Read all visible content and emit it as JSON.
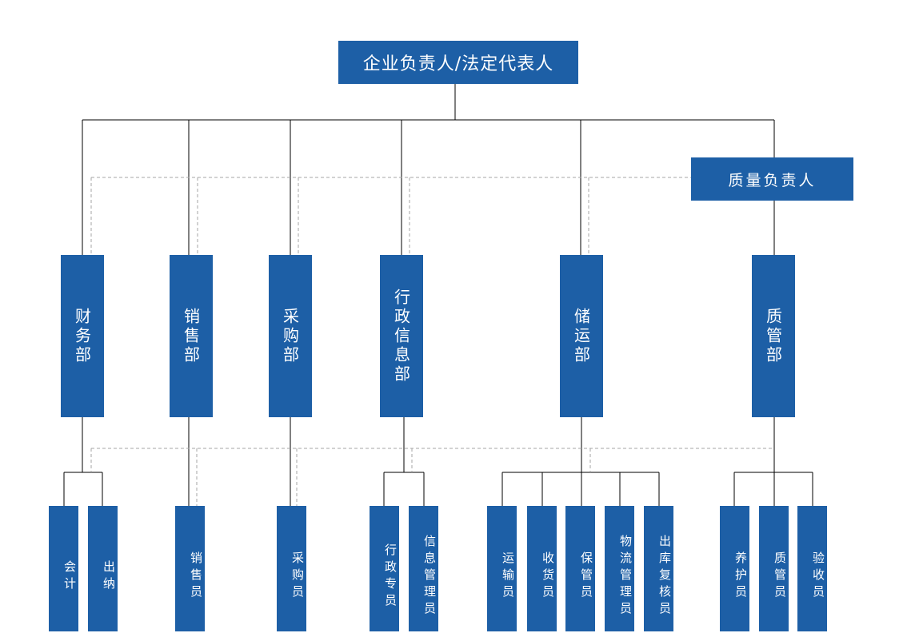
{
  "top": "企业负责人/法定代表人",
  "quality_head": "质量负责人",
  "departments": {
    "finance": "财务部",
    "sales": "销售部",
    "purchasing": "采购部",
    "admin_info": "行政信息部",
    "storage_transport": "储运部",
    "quality": "质管部"
  },
  "staff": {
    "accountant": "会计",
    "cashier": "出纳",
    "salesperson": "销售员",
    "purchaser": "采购员",
    "admin_officer": "行政专员",
    "info_manager": "信息管理员",
    "transporter": "运输员",
    "receiver": "收货员",
    "custodian": "保管员",
    "logistics_manager": "物流管理员",
    "outbound_checker": "出库复核员",
    "maintainer": "养护员",
    "quality_manager": "质管员",
    "acceptance_inspector": "验收员"
  }
}
